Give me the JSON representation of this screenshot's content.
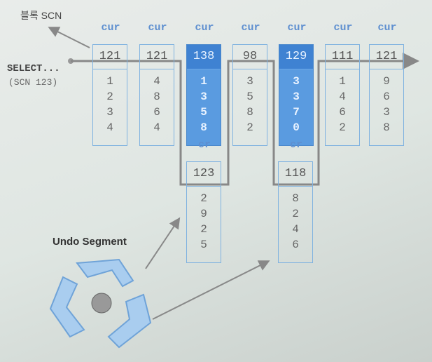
{
  "block_scn_label": "블록 SCN",
  "query": {
    "line1": "SELECT...",
    "line2": "(SCN 123)"
  },
  "blocks": [
    {
      "tag": "cur",
      "scn": "121",
      "rows": [
        "1",
        "2",
        "3",
        "4"
      ],
      "highlight": false
    },
    {
      "tag": "cur",
      "scn": "121",
      "rows": [
        "4",
        "8",
        "6",
        "4"
      ],
      "highlight": false
    },
    {
      "tag": "cur",
      "scn": "138",
      "rows": [
        "1",
        "3",
        "5",
        "8"
      ],
      "highlight": true
    },
    {
      "tag": "cur",
      "scn": "98",
      "rows": [
        "3",
        "5",
        "8",
        "2"
      ],
      "highlight": false
    },
    {
      "tag": "cur",
      "scn": "129",
      "rows": [
        "3",
        "3",
        "7",
        "0"
      ],
      "highlight": true
    },
    {
      "tag": "cur",
      "scn": "111",
      "rows": [
        "1",
        "4",
        "6",
        "2"
      ],
      "highlight": false
    },
    {
      "tag": "cur",
      "scn": "121",
      "rows": [
        "9",
        "6",
        "3",
        "8"
      ],
      "highlight": false
    }
  ],
  "cr_blocks": [
    {
      "tag": "cr",
      "scn": "123",
      "rows": [
        "2",
        "9",
        "2",
        "5"
      ]
    },
    {
      "tag": "cr",
      "scn": "118",
      "rows": [
        "8",
        "2",
        "4",
        "6"
      ]
    }
  ],
  "undo_label": "Undo Segment",
  "colors": {
    "highlight": "#3f82d2",
    "border": "#7fb2e0",
    "path": "#888888"
  }
}
